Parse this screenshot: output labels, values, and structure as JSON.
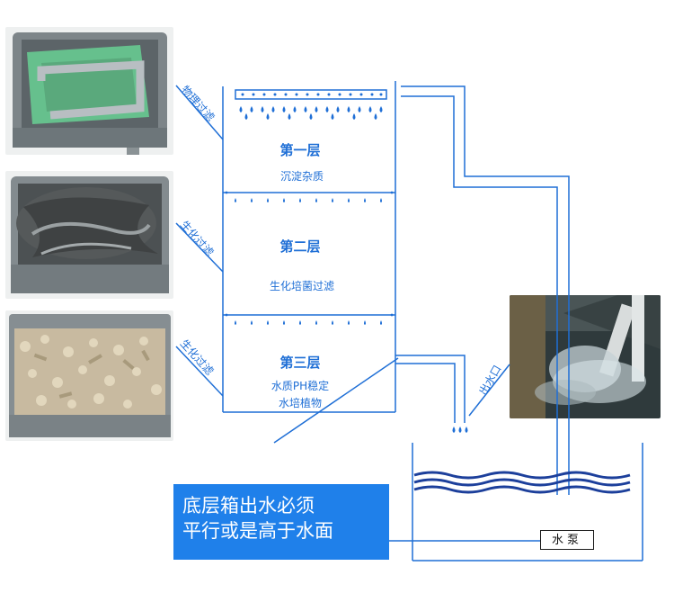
{
  "side_labels": {
    "physical": "物理过滤",
    "bio_1": "生化过滤",
    "bio_2": "生化过滤",
    "outlet": "出水口"
  },
  "layers": [
    {
      "title": "第一层",
      "desc": "沉淀杂质"
    },
    {
      "title": "第二层",
      "desc": "生化培菌过滤"
    },
    {
      "title": "第三层",
      "desc_line1": "水质PH稳定",
      "desc_line2": "水培植物"
    }
  ],
  "note": {
    "line1": "底层箱出水必须",
    "line2": "平行或是高于水面"
  },
  "pump_label": "水泵",
  "colors": {
    "line": "#1f6fd6",
    "note_bg": "#1f80ea"
  },
  "icons": [
    "water-drop-icon",
    "spray-pipe-icon",
    "wave-icon"
  ]
}
